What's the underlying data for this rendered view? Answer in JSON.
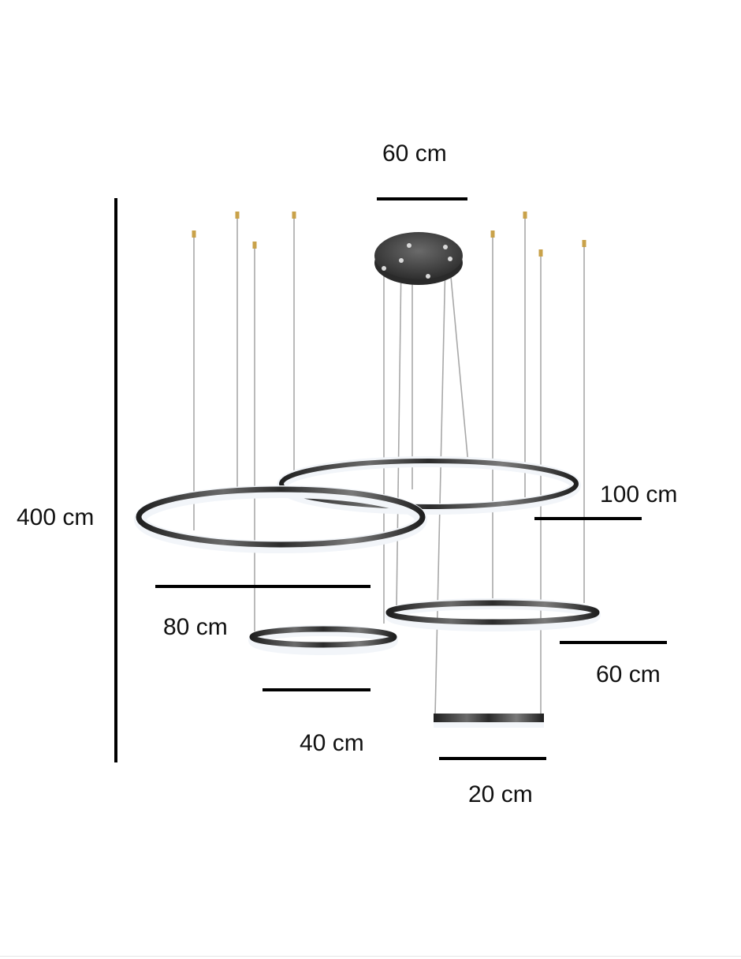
{
  "dimensions": {
    "total_height": "400 cm",
    "canopy": "60 cm",
    "ring_100": "100 cm",
    "ring_80": "80 cm",
    "ring_60": "60 cm",
    "ring_40": "40 cm",
    "ring_20": "20 cm"
  },
  "colors": {
    "ring_metal": "#3a3a3a",
    "ring_glow": "#f4f7fb",
    "wire": "#9a9a9a",
    "canopy": "#4a4a4a",
    "anchor": "#c9a24a",
    "dimension_line": "#000000"
  }
}
